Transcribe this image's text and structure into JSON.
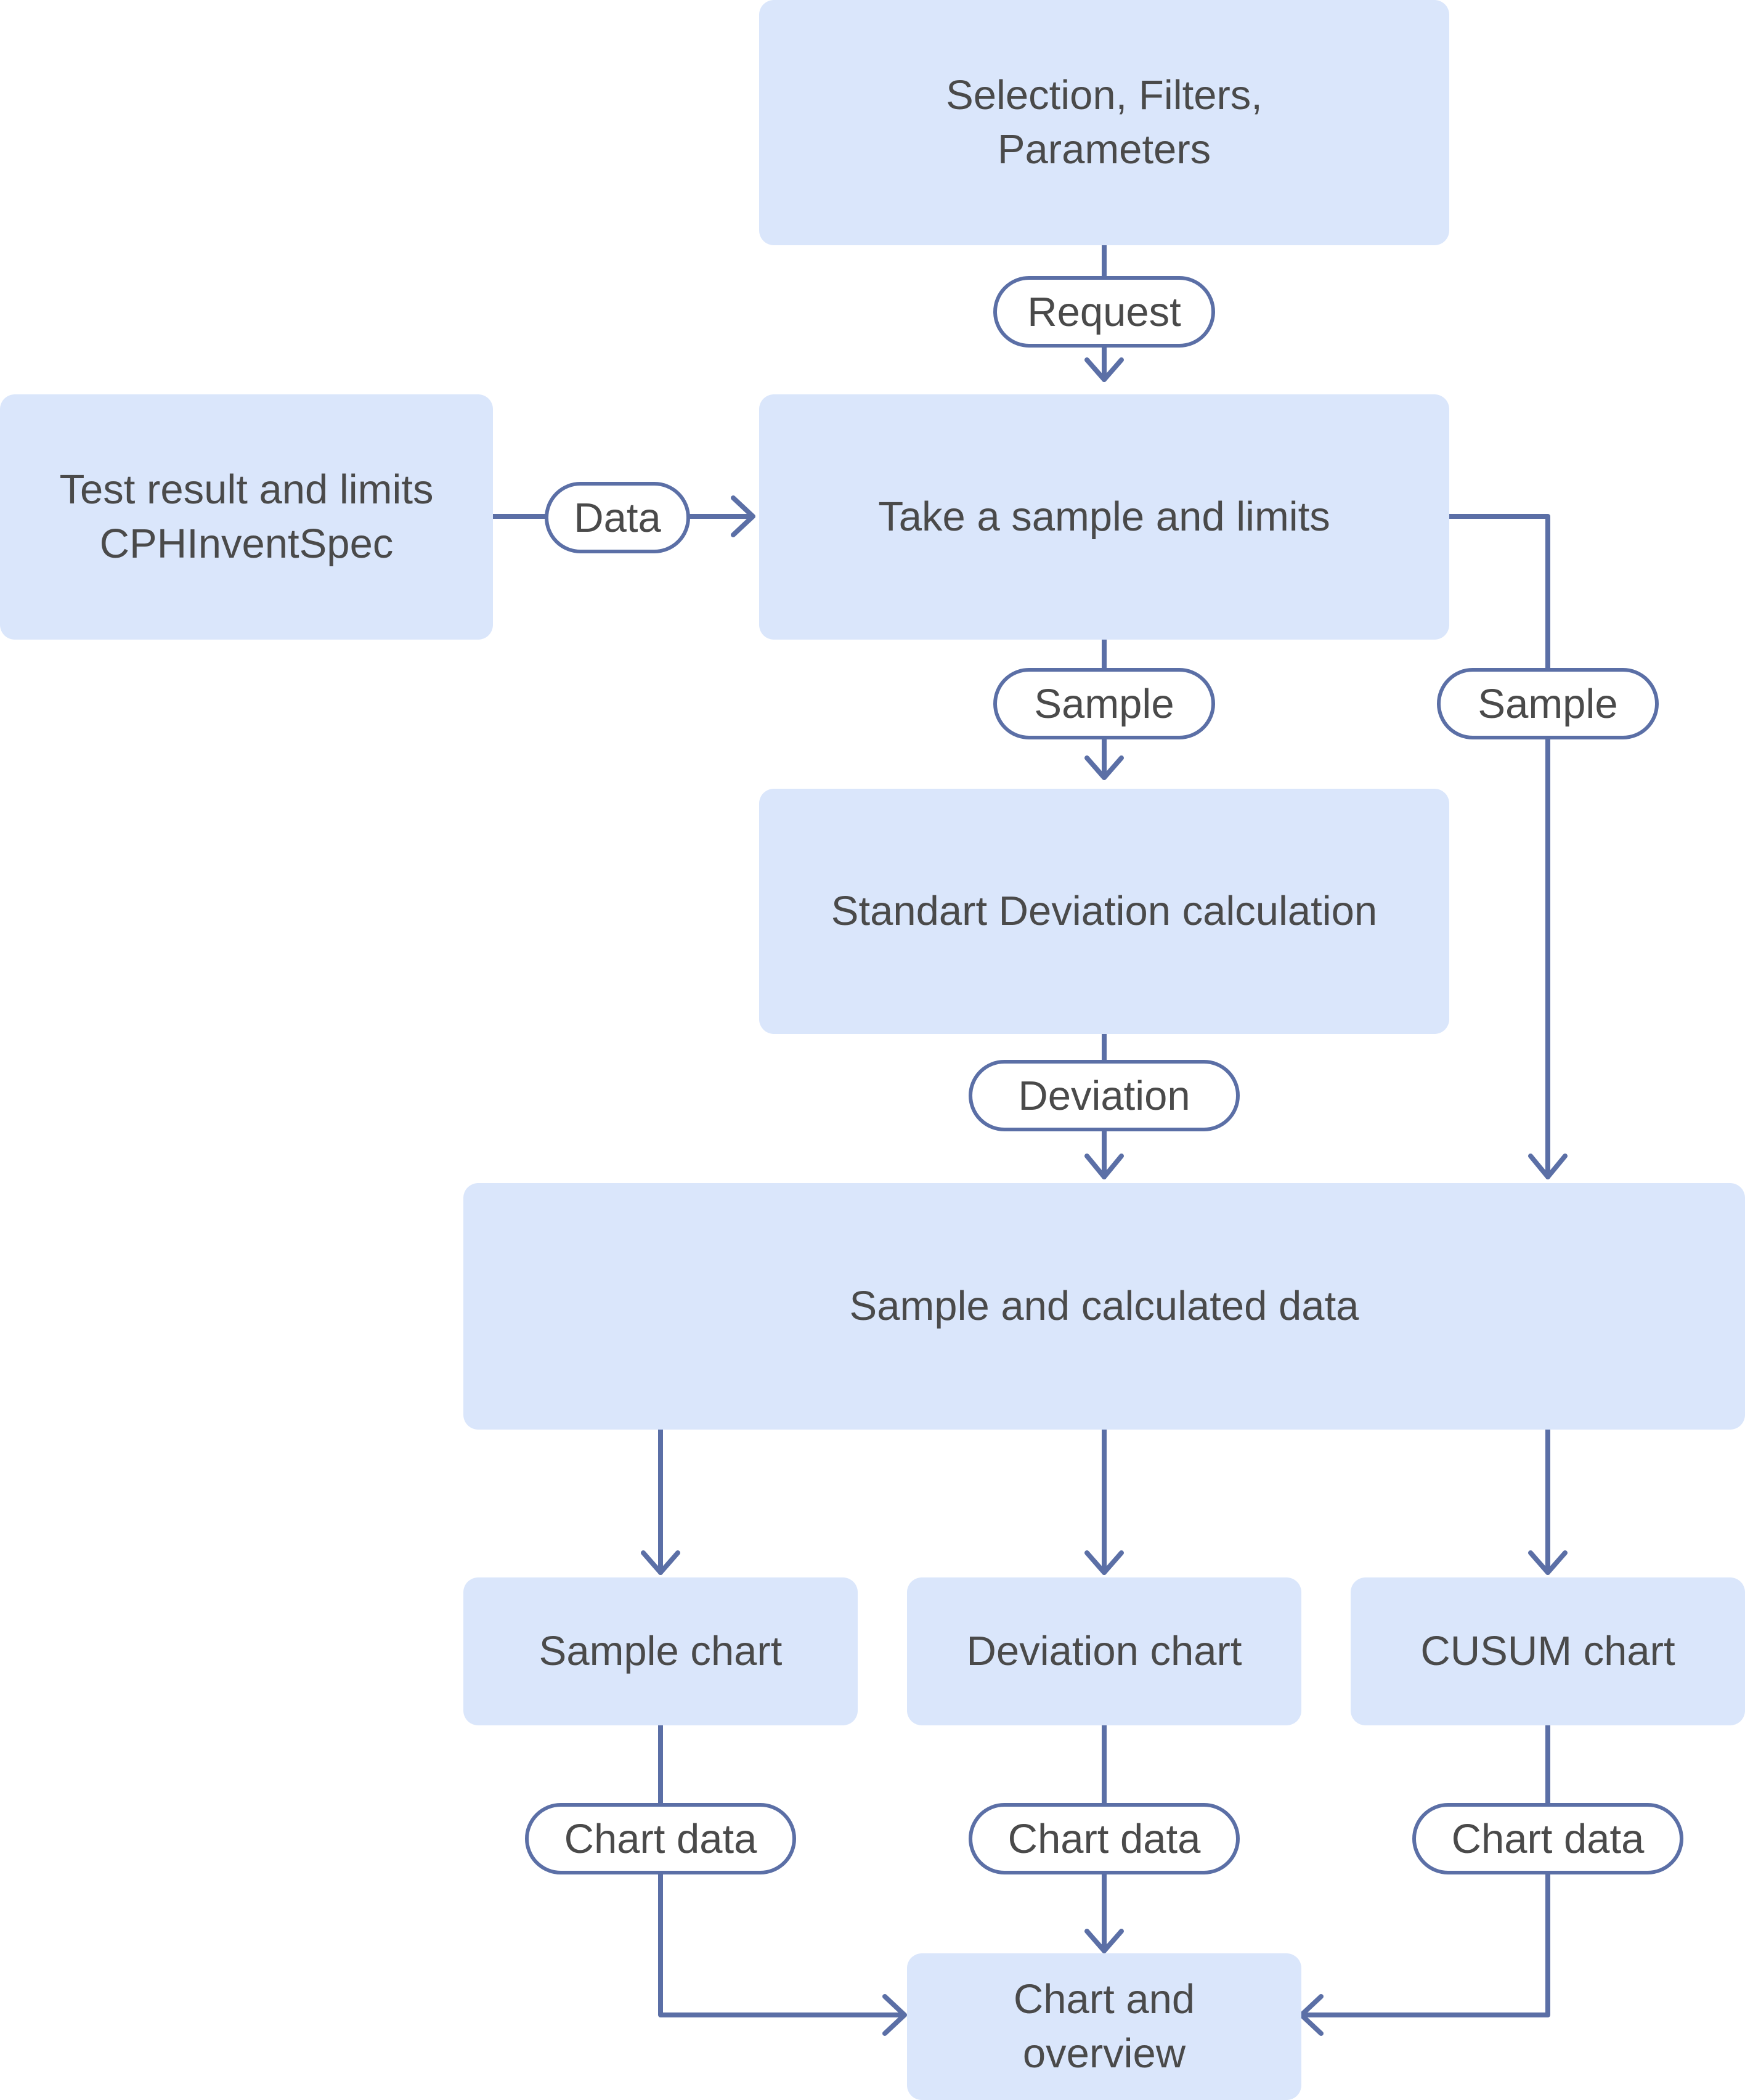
{
  "colors": {
    "box_fill": "#dae6fb",
    "connector": "#5b6fa6",
    "text": "#4a4a4a",
    "pill_fill": "#ffffff"
  },
  "nodes": {
    "selection": "Selection, Filters,\nParameters",
    "test_result": "Test result and limits\nCPHInventSpec",
    "take_sample": "Take a sample and limits",
    "std_dev": "Standart Deviation calculation",
    "sample_calc": "Sample and calculated data",
    "sample_chart": "Sample chart",
    "deviation_chart": "Deviation chart",
    "cusum_chart": "CUSUM chart",
    "chart_overview": "Chart and\noverview"
  },
  "edges": {
    "request": "Request",
    "data": "Data",
    "sample_mid": "Sample",
    "sample_right": "Sample",
    "deviation": "Deviation",
    "chart_data_left": "Chart data",
    "chart_data_mid": "Chart data",
    "chart_data_right": "Chart data"
  }
}
